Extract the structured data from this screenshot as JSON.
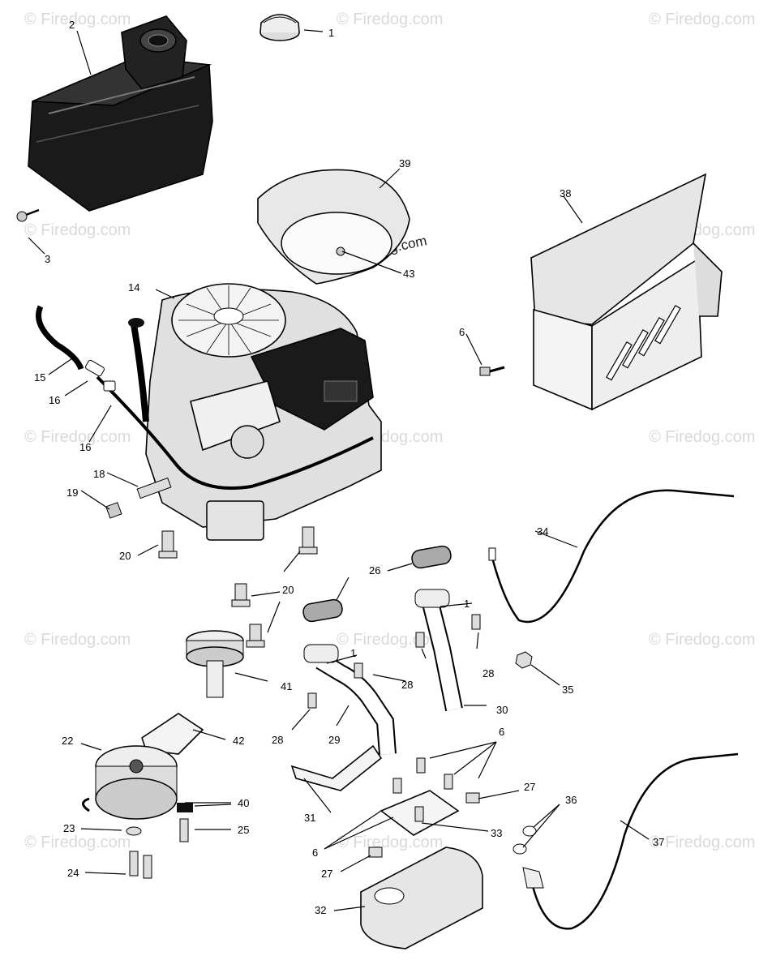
{
  "watermark": "© Firedog.com",
  "callouts": {
    "c1": "1",
    "c2": "2",
    "c3": "3",
    "c6a": "6",
    "c6b": "6",
    "c6c": "6",
    "c14": "14",
    "c15": "15",
    "c16a": "16",
    "c16b": "16",
    "c18": "18",
    "c19": "19",
    "c20a": "20",
    "c20b": "20",
    "c22": "22",
    "c23": "23",
    "c24": "24",
    "c25": "25",
    "c26": "26",
    "c27a": "27",
    "c27b": "27",
    "c28a": "28",
    "c28b": "28",
    "c28c": "28",
    "c29": "29",
    "c30": "30",
    "c31": "31",
    "c32": "32",
    "c33": "33",
    "c34": "34",
    "c35": "35",
    "c36": "36",
    "c37": "37",
    "c38": "38",
    "c39": "39",
    "c40": "40",
    "c41": "41",
    "c42": "42",
    "c43": "43",
    "c1b": "1",
    "c1c": "1"
  },
  "colors": {
    "ink": "#000000",
    "shade": "#1a1a1a",
    "light": "#e6e6e6",
    "watermark": "#d9d9d9"
  }
}
